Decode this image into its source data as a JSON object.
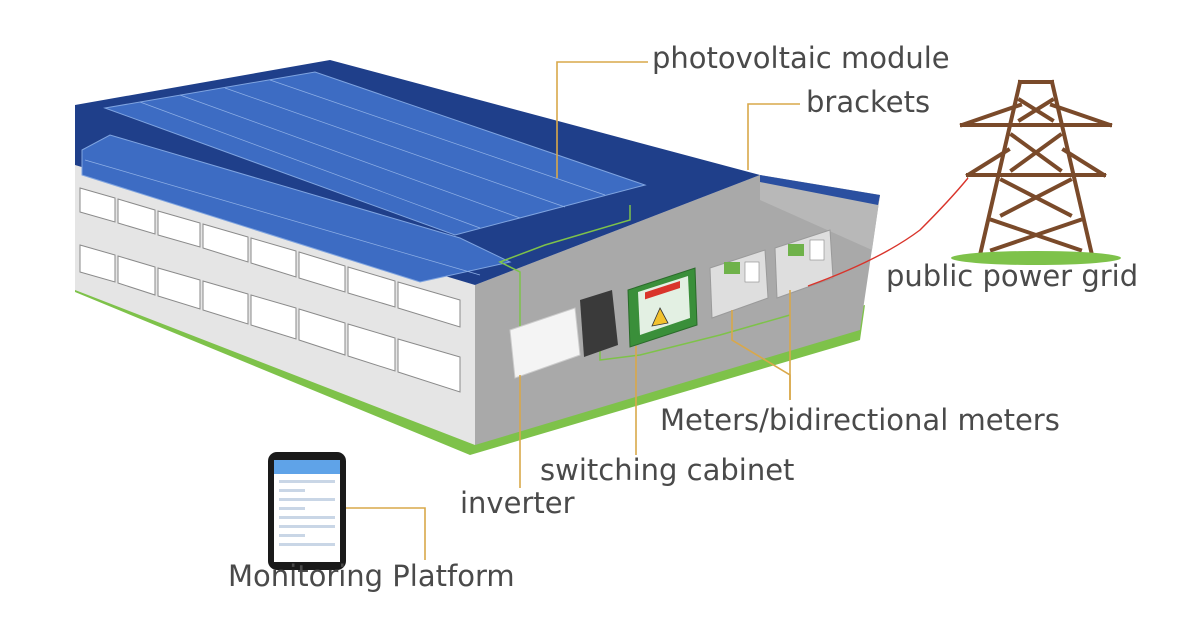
{
  "labels": {
    "photovoltaic_module": "photovoltaic module",
    "brackets": "brackets",
    "public_power_grid": "public power grid",
    "meters": "Meters/bidirectional meters",
    "switching_cabinet": "switching cabinet",
    "inverter": "inverter",
    "monitoring_platform": "Monitoring Platform"
  },
  "colors": {
    "roof": "#1f3f8a",
    "panel": "#3d6cc3",
    "wall": "#c4c4c4",
    "wall_front": "#a9a9a9",
    "ground": "#7ec24a",
    "leader": "#d9a84a",
    "cable": "#7ec24a",
    "grid_line": "#d9342b",
    "tower": "#7a4a2a",
    "cabinet": "#3a8f3a",
    "text": "#4a4a4a"
  },
  "icons": [
    "transmission-tower-icon",
    "smartphone-icon",
    "warning-icon"
  ]
}
